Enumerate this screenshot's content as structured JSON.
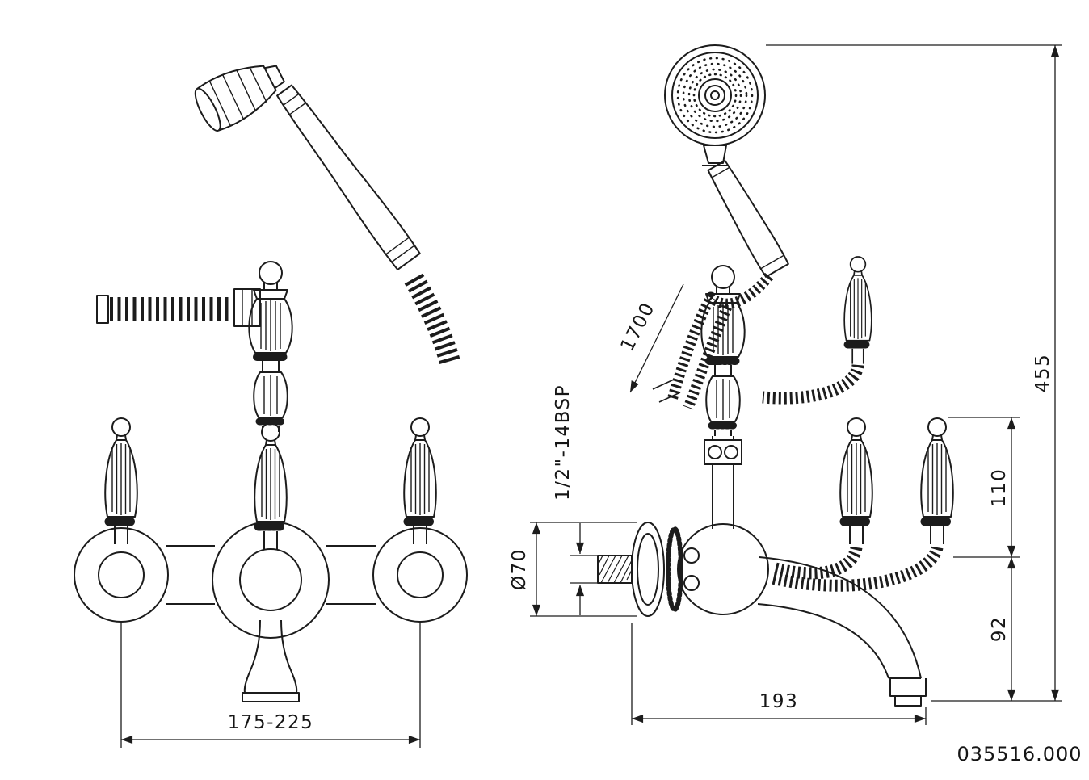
{
  "part_number": "035516.000",
  "front_view": {
    "width_range": "175-225"
  },
  "side_view": {
    "hose_length": "1700",
    "thread_label": "1/2\"-14BSP",
    "flange_diameter": "Ø70",
    "overall_height": "455",
    "handle_height": "110",
    "spout_height": "92",
    "depth": "193"
  }
}
